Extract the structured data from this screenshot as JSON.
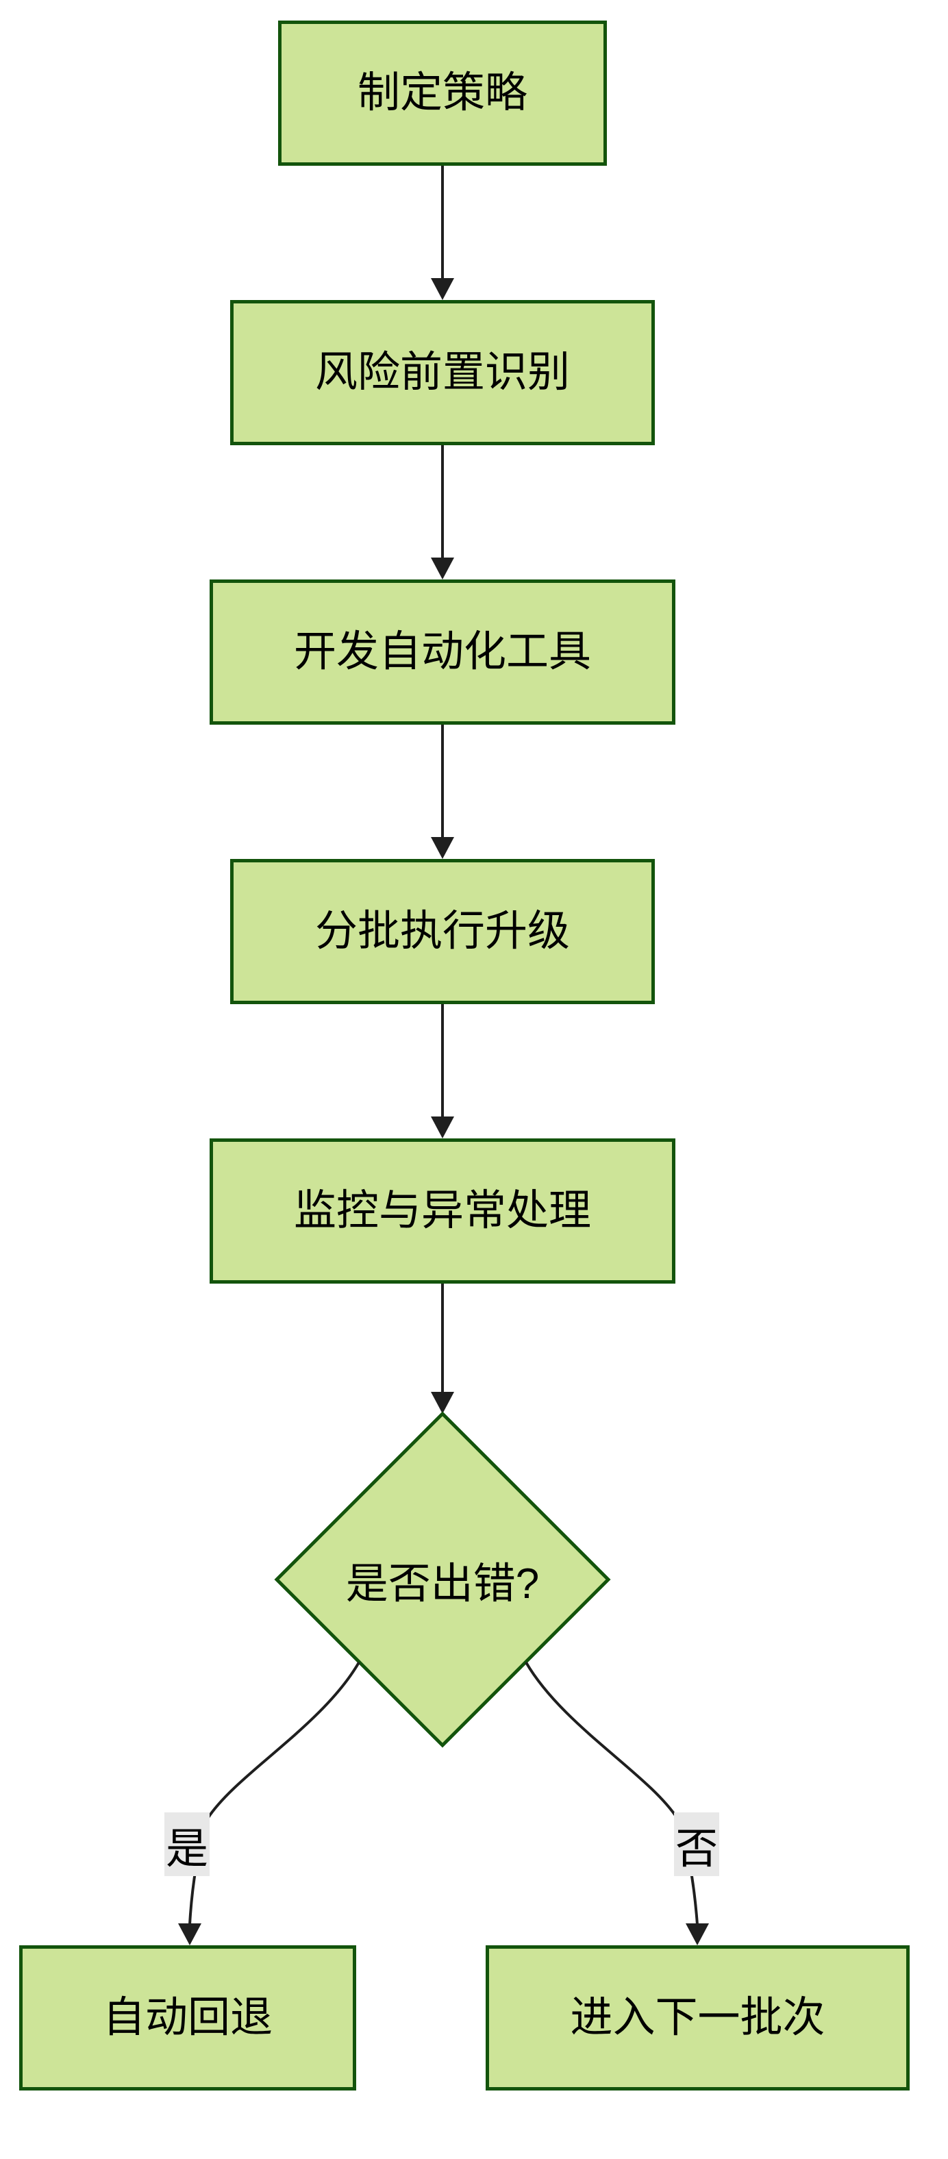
{
  "diagram": {
    "type": "flowchart",
    "direction": "top-down",
    "nodes": [
      {
        "id": "A",
        "shape": "rectangle",
        "label": "制定策略"
      },
      {
        "id": "B",
        "shape": "rectangle",
        "label": "风险前置识别"
      },
      {
        "id": "C",
        "shape": "rectangle",
        "label": "开发自动化工具"
      },
      {
        "id": "D",
        "shape": "rectangle",
        "label": "分批执行升级"
      },
      {
        "id": "E",
        "shape": "rectangle",
        "label": "监控与异常处理"
      },
      {
        "id": "F",
        "shape": "diamond",
        "label": "是否出错?"
      },
      {
        "id": "G",
        "shape": "rectangle",
        "label": "自动回退"
      },
      {
        "id": "H",
        "shape": "rectangle",
        "label": "进入下一批次"
      }
    ],
    "edges": [
      {
        "from": "A",
        "to": "B",
        "label": ""
      },
      {
        "from": "B",
        "to": "C",
        "label": ""
      },
      {
        "from": "C",
        "to": "D",
        "label": ""
      },
      {
        "from": "D",
        "to": "E",
        "label": ""
      },
      {
        "from": "E",
        "to": "F",
        "label": ""
      },
      {
        "from": "F",
        "to": "G",
        "label": "是"
      },
      {
        "from": "F",
        "to": "H",
        "label": "否"
      }
    ],
    "colors": {
      "node_fill": "#cde498",
      "node_border": "#13540c",
      "line": "#1f1f1f",
      "edge_label_bg": "#e8e8e8",
      "text": "#000000",
      "background": "#ffffff"
    }
  }
}
